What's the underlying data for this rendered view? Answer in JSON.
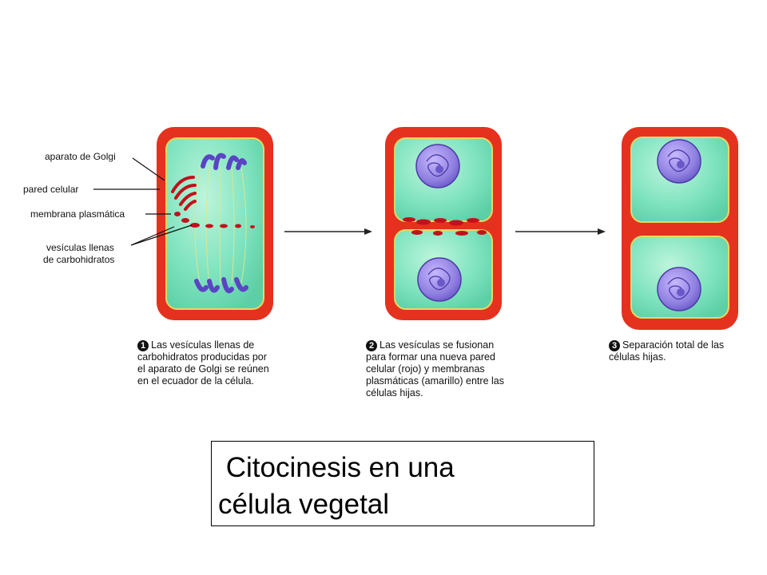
{
  "labels": {
    "golgi": "aparato de Golgi",
    "wall": "pared celular",
    "membrane": "membrana plasmática",
    "vesicles_line1": "vesículas llenas",
    "vesicles_line2": "de carbohidratos"
  },
  "steps": [
    {
      "number": "1",
      "lines": [
        "Las vesículas llenas de",
        "carbohidratos producidas por",
        "el aparato de Golgi se reúnen",
        "en el ecuador de la célula."
      ]
    },
    {
      "number": "2",
      "lines": [
        "Las vesículas se fusionan",
        "para formar una nueva pared",
        "celular (rojo) y membranas",
        "plasmáticas (amarillo) entre las",
        "células hijas."
      ]
    },
    {
      "number": "3",
      "lines": [
        "Separación total de las",
        "células hijas."
      ]
    }
  ],
  "title": {
    "line1": " Citocinesis en una",
    "line2": "célula vegetal"
  },
  "colors": {
    "wall": "#e4321f",
    "cytoplasm": "#7fe3bf",
    "membrane": "#e8d860",
    "nucleus": "#8f7fe0",
    "chromosome": "#5b44c4",
    "vesicle": "#c2101c"
  }
}
